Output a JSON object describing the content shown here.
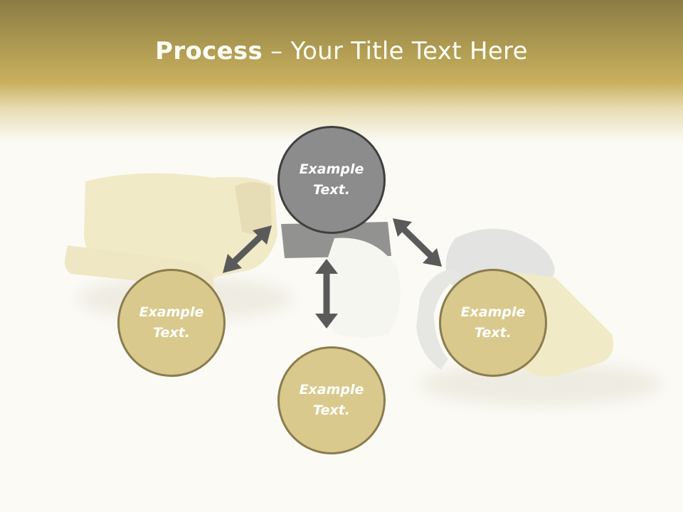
{
  "slide": {
    "title_bold": "Process",
    "title_rest": " – Your Title Text Here"
  },
  "nodes": {
    "top": "Example Text.",
    "left": "Example Text.",
    "right": "Example Text.",
    "bottom": "Example Text."
  },
  "colors": {
    "header_dark": "#8c7b44",
    "header_gold": "#c8b05e",
    "node_fill": "#d9c98c",
    "node_border": "#8a7c4e",
    "top_node_fill": "#8c8c8c",
    "arrow": "#5a5a5a",
    "background": "#fbfaf5"
  },
  "icons": [
    "double-arrow-icon",
    "knee-implant-illustration"
  ]
}
